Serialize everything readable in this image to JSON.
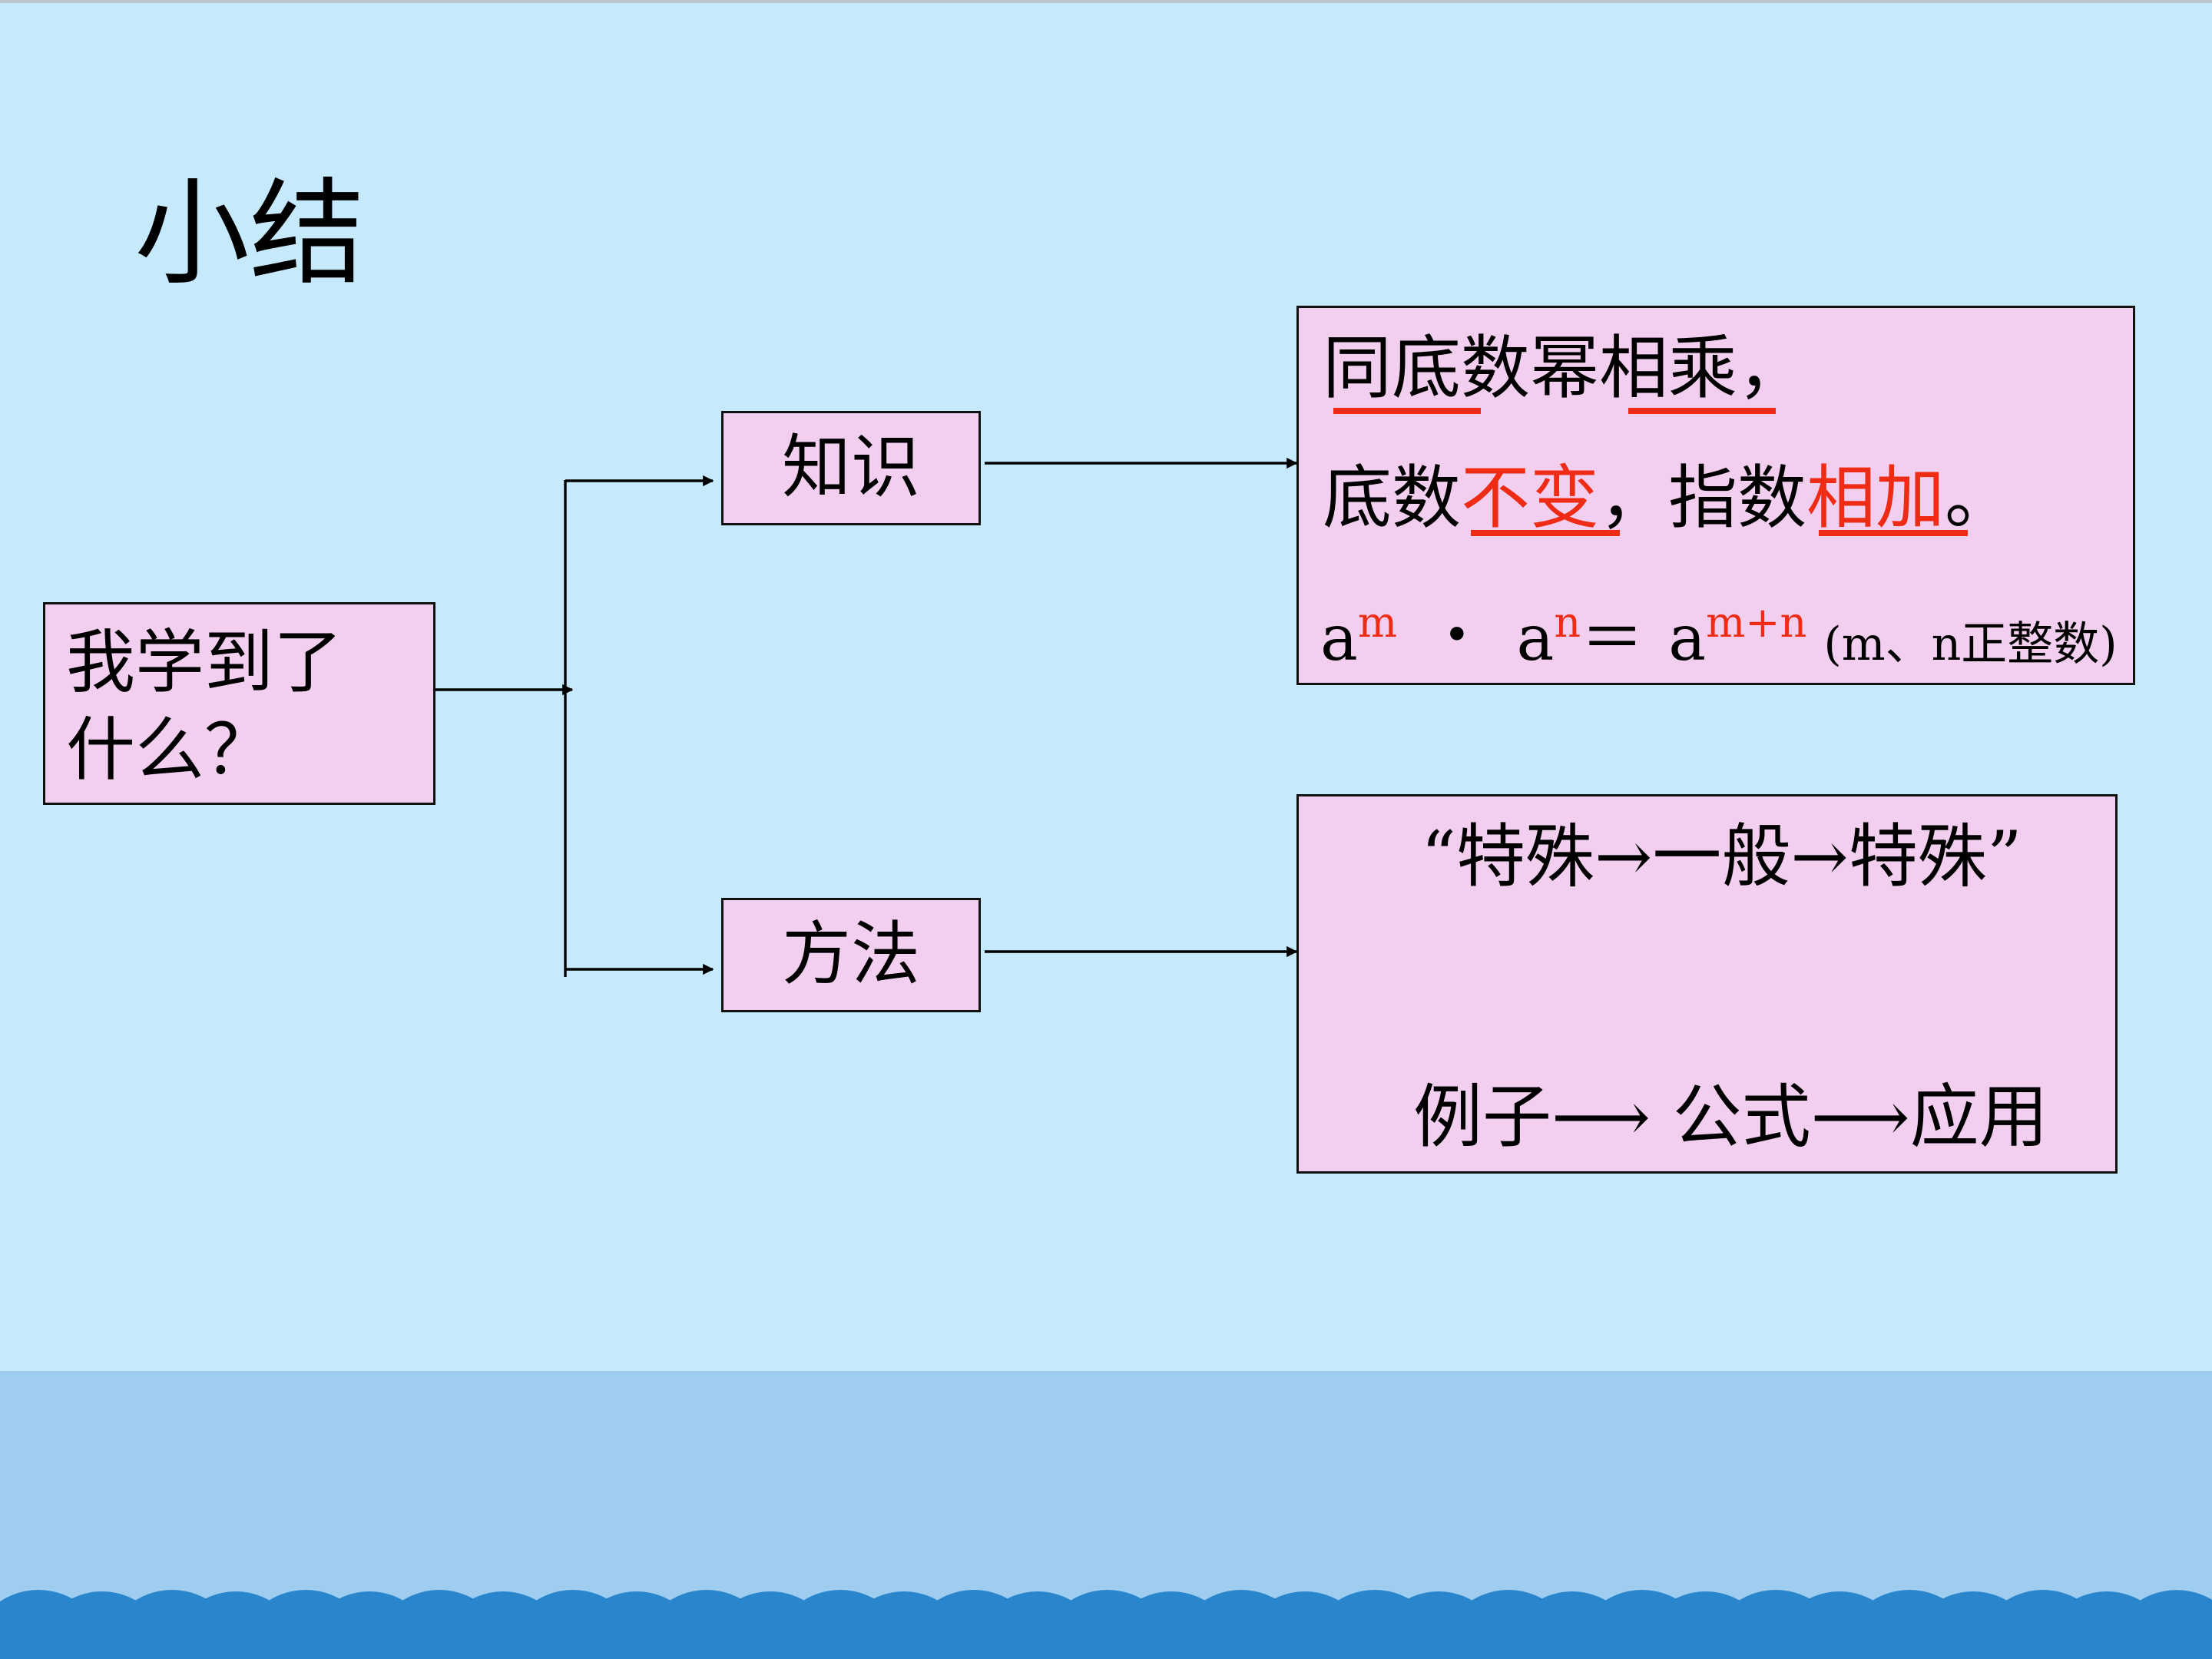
{
  "slide": {
    "title": "小结",
    "root": {
      "line1": "我学到了",
      "line2": "什么？"
    },
    "knowledge": {
      "label": "知识",
      "rule_line1": {
        "a": "同底数",
        "b": "幂",
        "c": "相乘",
        "d": "，"
      },
      "rule_line2": {
        "a": "底数",
        "b": "不变",
        "c": "，指数",
        "d": "相加",
        "e": "。"
      },
      "formula": {
        "base1": "a",
        "exp1": "m",
        "dot": "•",
        "base2": "a",
        "exp2": "n",
        "equals": "＝",
        "base3": "a",
        "exp3": "m+n",
        "condition": "(m、n正整数)"
      }
    },
    "method": {
      "label": "方法",
      "top_line": "“特殊→一般→特殊”",
      "bottom_line": {
        "a": "例子",
        "b": " 公式",
        "c": "应用"
      }
    },
    "colors": {
      "background": "#c6e9fb",
      "box_fill": "#f2cfef",
      "highlight_red": "#ee2c16",
      "wave_band": "#9fcdf0",
      "wave_blue": "#2a86cc"
    }
  }
}
